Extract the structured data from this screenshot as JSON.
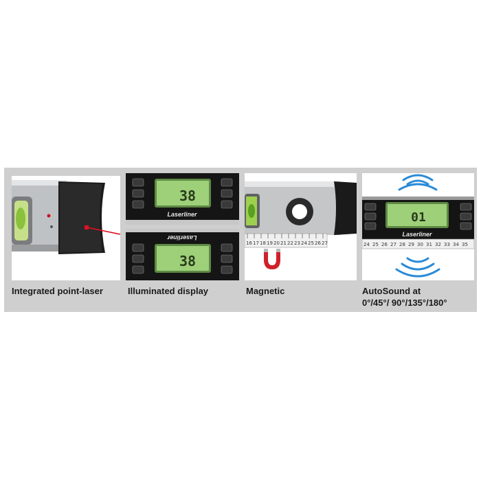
{
  "brand": "Laserliner",
  "panels": [
    {
      "caption": "Integrated point-laser"
    },
    {
      "caption": "Illuminated display",
      "lcd_value": "38"
    },
    {
      "caption": "Magnetic"
    },
    {
      "caption_line1": "AutoSound at",
      "caption_line2": "0°/45°/ 90°/135°/180°",
      "lcd_value": "01"
    }
  ],
  "ruler_numbers": {
    "magnetic": [
      "16",
      "17",
      "18",
      "19",
      "20",
      "21",
      "22",
      "23",
      "24",
      "25",
      "26",
      "27"
    ],
    "autosound": [
      "24",
      "25",
      "26",
      "27",
      "28",
      "29",
      "30",
      "31",
      "32",
      "33",
      "34",
      "35"
    ]
  },
  "colors": {
    "laser": "#e01020",
    "lcd": "#8fc870",
    "housing": "#1a1a1a",
    "bubble": "#6cc030",
    "magnet": "#d0202a"
  }
}
